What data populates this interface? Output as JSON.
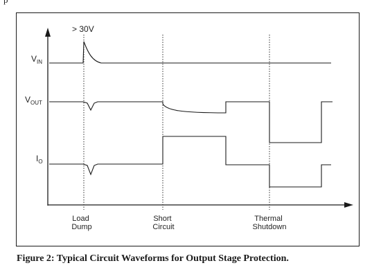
{
  "page_mark": "p",
  "annotation": "> 30V",
  "signals": [
    {
      "name": "V",
      "subscript": "IN"
    },
    {
      "name": "V",
      "subscript": "OUT"
    },
    {
      "name": "I",
      "subscript": "O"
    }
  ],
  "events": [
    {
      "line1": "Load",
      "line2": "Dump"
    },
    {
      "line1": "Short",
      "line2": "Circuit"
    },
    {
      "line1": "Thermal",
      "line2": "Shutdown"
    }
  ],
  "caption": "Figure 2: Typical Circuit Waveforms for Output Stage Protection."
}
